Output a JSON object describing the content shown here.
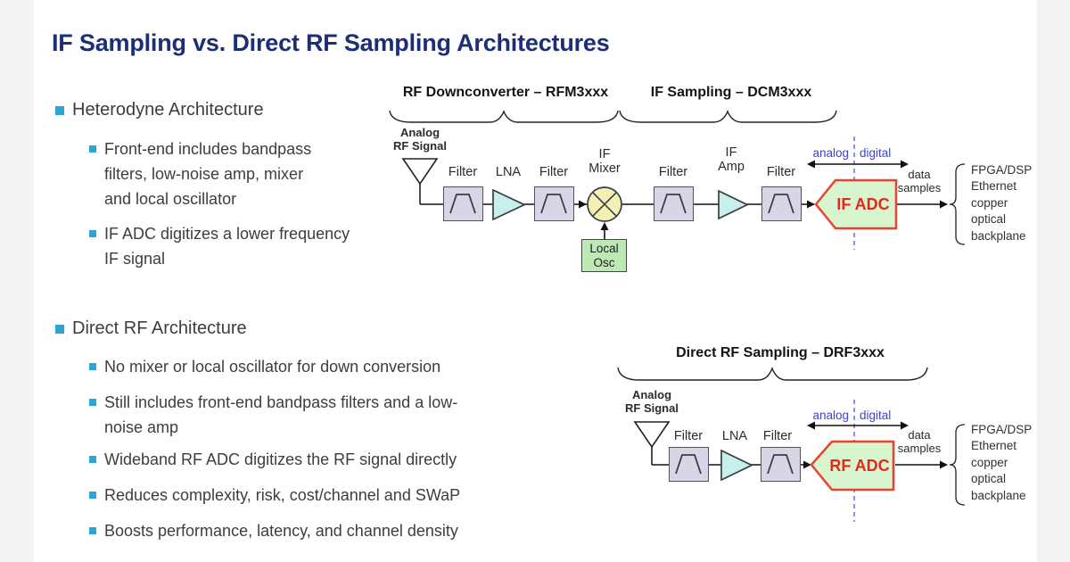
{
  "colors": {
    "title": "#1d2e78",
    "bullet_accent": "#2da4d8",
    "body_text": "#3d3d3d",
    "filter_fill": "#d6d6e6",
    "amp_fill": "#c8f0ea",
    "mixer_fill": "#f4f0b4",
    "local_osc_fill": "#bce9b4",
    "adc_fill": "#d8f5cf",
    "adc_border": "#e8432c",
    "adc_text": "#e8261a",
    "analog_digital_text": "#3a43d6",
    "divider_dashed": "#7273e8"
  },
  "slide": {
    "title": "IF Sampling vs. Direct RF Sampling Architectures",
    "sections": [
      {
        "heading": "Heterodyne Architecture",
        "bullets": [
          "Front-end includes bandpass\nfilters, low-noise amp, mixer\nand local oscillator",
          "IF ADC digitizes a lower frequency\nIF signal"
        ]
      },
      {
        "heading": "Direct RF Architecture",
        "bullets": [
          "No mixer or local oscillator for down conversion",
          "Still includes front-end bandpass filters and a low-\nnoise amp",
          "Wideband RF ADC digitizes the RF signal directly",
          "Reduces complexity, risk, cost/channel and SWaP",
          "Boosts performance, latency, and channel density"
        ]
      }
    ]
  },
  "diagram_top": {
    "group1_label": "RF Downconverter – RFM3xxx",
    "group2_label": "IF Sampling – DCM3xxx",
    "antenna_label": "Analog\nRF Signal",
    "blocks": {
      "filter": "Filter",
      "lna": "LNA",
      "mixer": "IF\nMixer",
      "local_osc": "Local\nOsc",
      "if_amp": "IF\nAmp",
      "adc": "IF ADC"
    },
    "analog_label": "analog",
    "digital_label": "digital",
    "data_samples_label": "data\nsamples",
    "outputs": "FPGA/DSP\nEthernet\ncopper\noptical\nbackplane"
  },
  "diagram_bottom": {
    "group_label": "Direct RF Sampling – DRF3xxx",
    "antenna_label": "Analog\nRF Signal",
    "blocks": {
      "filter": "Filter",
      "lna": "LNA",
      "adc": "RF ADC"
    },
    "analog_label": "analog",
    "digital_label": "digital",
    "data_samples_label": "data\nsamples",
    "outputs": "FPGA/DSP\nEthernet\ncopper\noptical\nbackplane"
  }
}
